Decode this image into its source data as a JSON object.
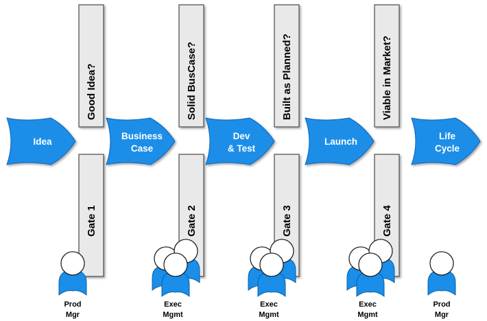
{
  "stages": [
    {
      "lines": [
        "Idea"
      ]
    },
    {
      "lines": [
        "Business",
        "Case"
      ]
    },
    {
      "lines": [
        "Dev",
        "& Test"
      ]
    },
    {
      "lines": [
        "Launch"
      ]
    },
    {
      "lines": [
        "Life",
        "Cycle"
      ]
    }
  ],
  "questions": [
    "Good Idea?",
    "Solid BusCase?",
    "Built as Planned?",
    "Viable in Market?"
  ],
  "gates": [
    "Gate 1",
    "Gate 2",
    "Gate 3",
    "Gate 4"
  ],
  "people": [
    {
      "lines": [
        "Prod",
        "Mgr"
      ],
      "group": false
    },
    {
      "lines": [
        "Exec",
        "Mgmt"
      ],
      "group": true
    },
    {
      "lines": [
        "Exec",
        "Mgmt"
      ],
      "group": true
    },
    {
      "lines": [
        "Exec",
        "Mgmt"
      ],
      "group": true
    },
    {
      "lines": [
        "Prod",
        "Mgr"
      ],
      "group": false
    }
  ],
  "colors": {
    "stage_fill": "#1a8ee8",
    "stage_stroke": "#0b63b8",
    "bar_fill": "#e9e9e9",
    "bar_stroke": "#4a4a4a",
    "person_body": "#1a8ee8",
    "person_head": "#ffffff"
  }
}
